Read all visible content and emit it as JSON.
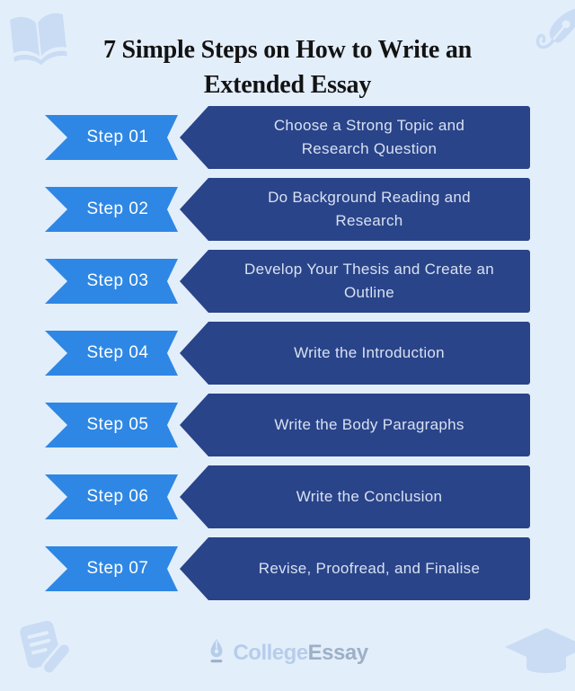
{
  "title": "7 Simple Steps on How to Write an\nExtended Essay",
  "steps": [
    {
      "label": "Step 01",
      "text": "Choose a Strong Topic and\nResearch Question"
    },
    {
      "label": "Step 02",
      "text": "Do Background Reading and\nResearch"
    },
    {
      "label": "Step 03",
      "text": "Develop Your Thesis and Create an\nOutline"
    },
    {
      "label": "Step 04",
      "text": "Write the Introduction"
    },
    {
      "label": "Step 05",
      "text": "Write the Body Paragraphs"
    },
    {
      "label": "Step 06",
      "text": "Write the Conclusion"
    },
    {
      "label": "Step 07",
      "text": "Revise, Proofread, and Finalise"
    }
  ],
  "footer": {
    "brand_college": "College",
    "brand_essay": "Essay",
    "icon": "pen-nib-icon"
  },
  "decorations": {
    "top_left": "open-book-icon",
    "top_right": "fountain-pen-icon",
    "bottom_left": "document-pencil-icon",
    "bottom_right": "graduation-cap-icon"
  },
  "colors": {
    "background": "#e3eefb",
    "ribbon_blue": "#2e87e4",
    "banner_navy": "#2a4489",
    "title_text": "#131313",
    "step_label_text": "#ffffff",
    "banner_text": "#d7e1f2",
    "decoration_blue": "#c9dcf4",
    "brand_college": "#b6cdea",
    "brand_essay": "#9db0c8"
  }
}
